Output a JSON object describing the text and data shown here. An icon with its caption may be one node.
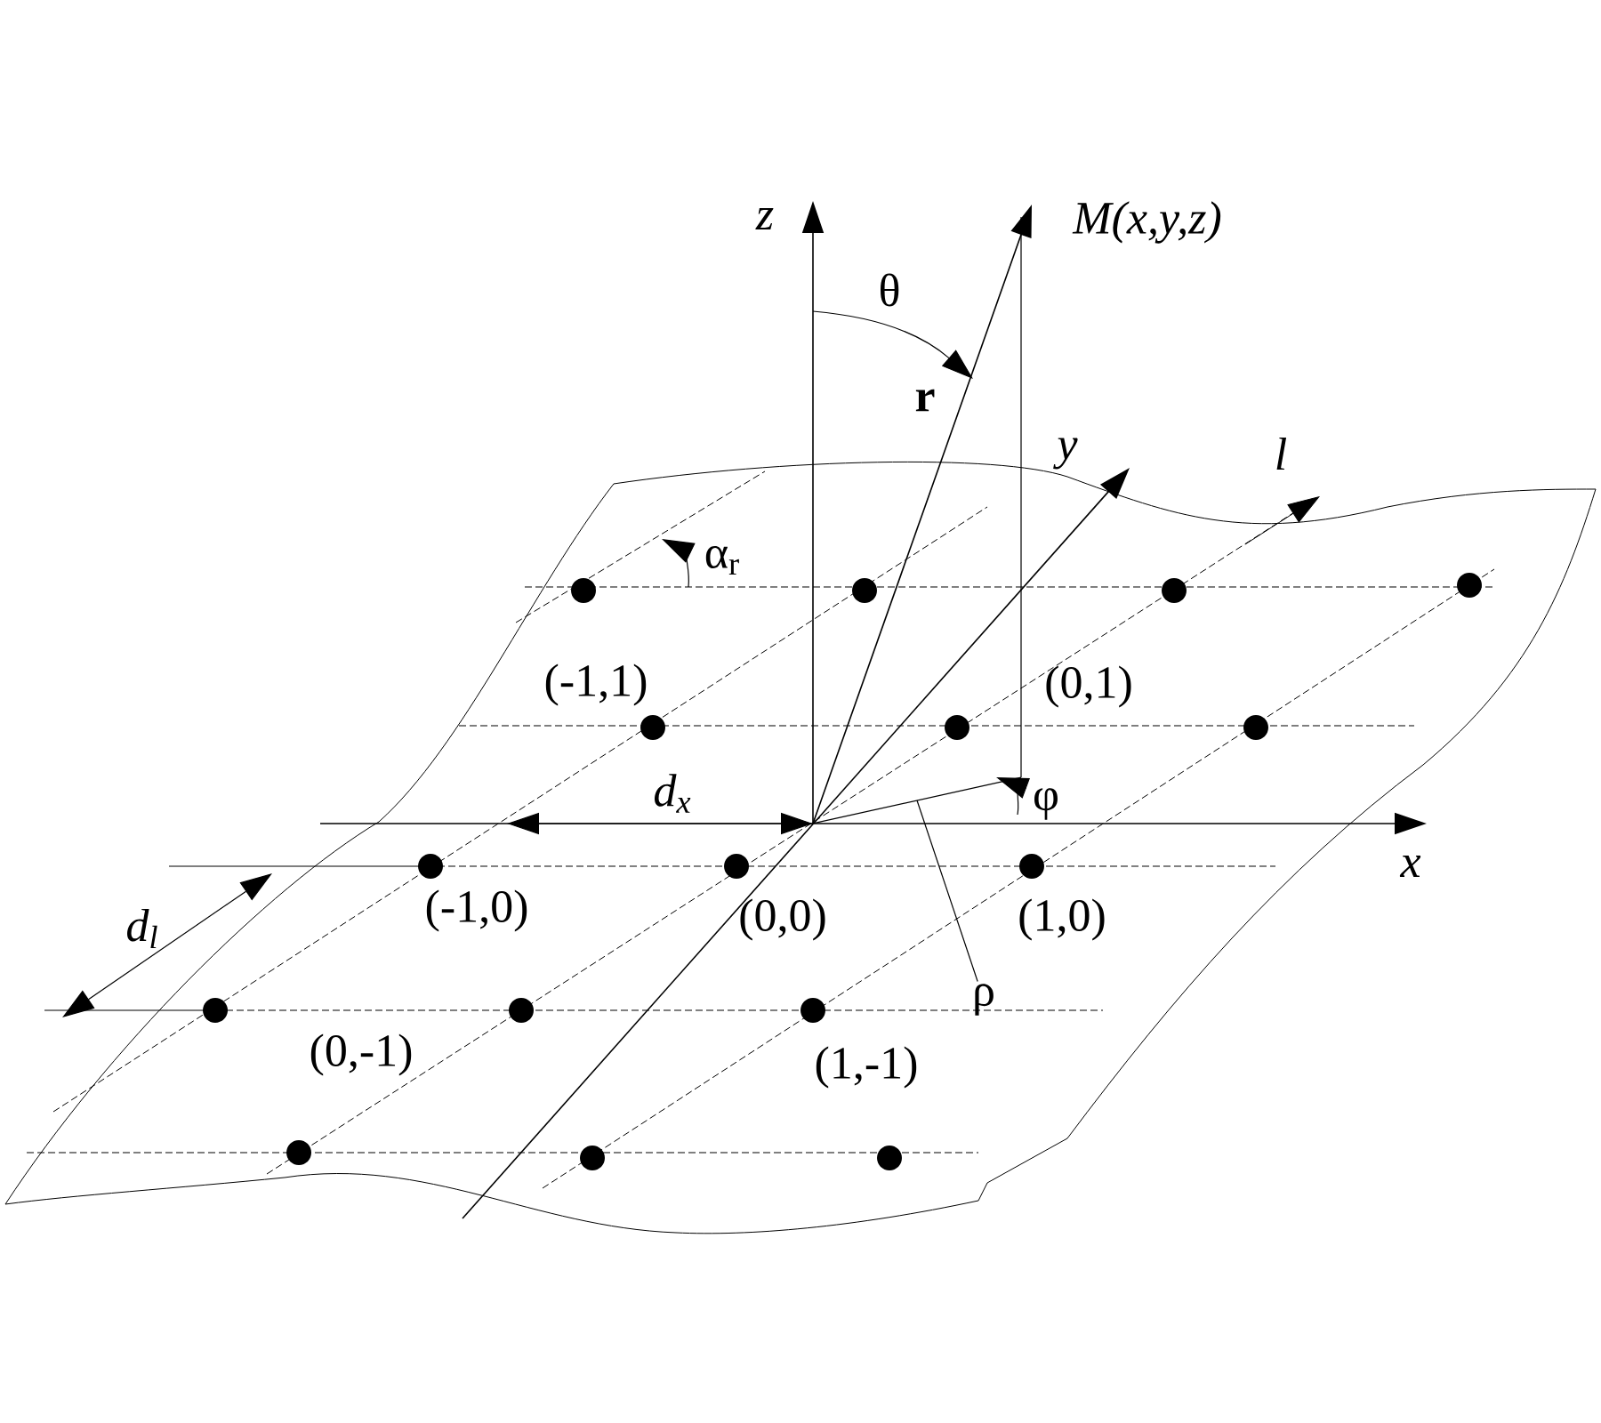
{
  "diagram": {
    "nodes": [
      {
        "text": [
          "ρ"
        ]
      },
      {
        "text": [],
        "shape": "line"
      }
    ],
    "edges": [
      {
        "from": 0,
        "to": 1,
        "arrow": "none"
      }
    ],
    "labels": [
      "z",
      "M(x,y,z)",
      "θ",
      "r",
      "y",
      "l",
      "α$_{r}$",
      "(-1,1)",
      "(0,1)",
      "d$_{x}$",
      "φ",
      "x",
      "d$_{l}$",
      "(-1,0)",
      "(0,0)",
      "(1,0)",
      "(0,-1)",
      "(1,-1)"
    ]
  }
}
